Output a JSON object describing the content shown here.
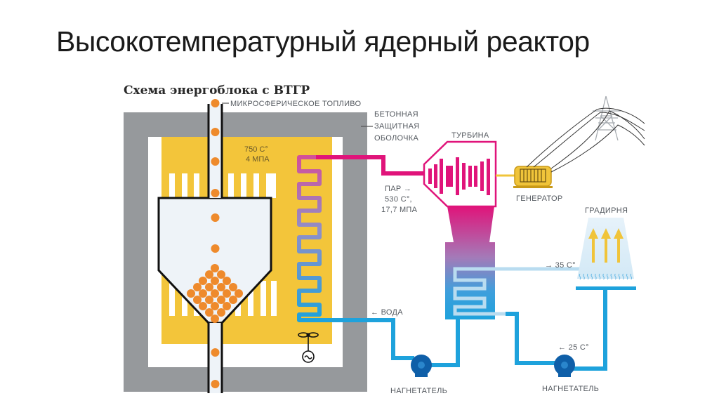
{
  "slide": {
    "title": "Высокотемпературный ядерный реактор"
  },
  "diagram": {
    "subtitle": "Схема энергоблока с ВТГР",
    "labels": {
      "fuel": "МИКРОСФЕРИЧЕСКОЕ ТОПЛИВО",
      "shell_line1": "БЕТОННАЯ",
      "shell_line2": "ЗАЩИТНАЯ",
      "shell_line3": "ОБОЛОЧКА",
      "core_temp": "750 С°",
      "core_pressure": "4 МПА",
      "turbine": "ТУРБИНА",
      "generator": "ГЕНЕРАТОР",
      "cooling_tower": "ГРАДИРНЯ",
      "steam_line1": "ПАР →",
      "steam_line2": "530 С°,",
      "steam_line3": "17,7 МПА",
      "water": "← ВОДА",
      "cooling_out": "→ 35 С°",
      "cooling_return": "← 25 С°",
      "pump_left": "НАГНЕТАТЕЛЬ",
      "pump_right": "НАГНЕТАТЕЛЬ"
    },
    "colors": {
      "concrete": "#96999c",
      "core_yellow": "#f3c53a",
      "fuel_orange": "#ee8a2c",
      "steam_magenta": "#e0147a",
      "water_blue": "#1ea2dc",
      "pump_blue": "#0f5fa8",
      "cooling_light": "#b9dcf0",
      "generator_yellow": "#f0c43a"
    }
  }
}
